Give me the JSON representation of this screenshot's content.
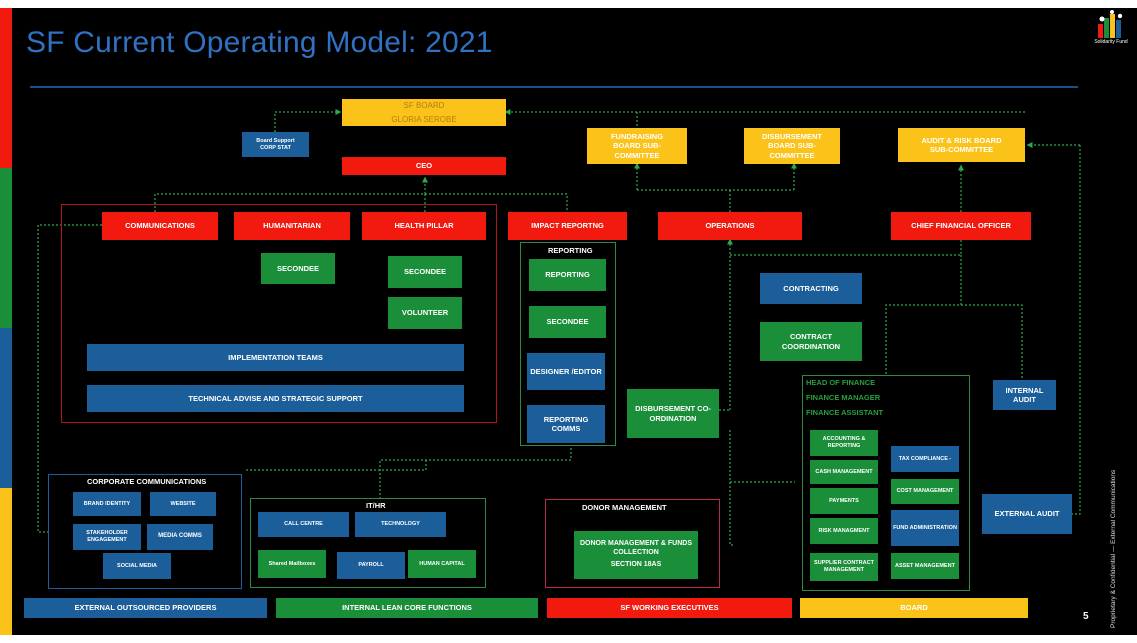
{
  "colors": {
    "red": "#f2190f",
    "yellow": "#fbc21a",
    "blue": "#1b5e9a",
    "green": "#1b8e3a",
    "title": "#2f72c4",
    "connector": "#2ea84a"
  },
  "slide": {
    "title": "SF Current Operating Model: 2021",
    "page_number": "5",
    "footer_note": "Proprietary & Confidential — External Communications",
    "logo_text": "Solidarity Fund",
    "logo_icon": "solidarity-fund-logo-icon"
  },
  "board": {
    "title": "SF BOARD",
    "chair": "GLORIA SEROBE",
    "support_title": "Board Support",
    "support_name": "CORP STAT",
    "ceo": "CEO"
  },
  "committees": {
    "fundraising": "FUNDRAISING BOARD SUB-COMMITTEE",
    "disbursement": "DISBURSEMENT BOARD SUB-COMMITTEE",
    "audit_risk": "AUDIT & RISK BOARD SUB-COMMITTEE"
  },
  "executives": {
    "communications": "COMMUNICATIONS",
    "humanitarian": "HUMANITARIAN",
    "health_pillar": "HEALTH PILLAR",
    "impact_reporting": "IMPACT REPORTNG",
    "operations": "OPERATIONS",
    "cfo": "CHIEF FINANCIAL OFFICER"
  },
  "pillars": {
    "secondee_humanitarian": "SECONDEE",
    "secondee_health": "SECONDEE",
    "volunteer": "VOLUNTEER",
    "implementation_teams": "IMPLEMENTATION TEAMS",
    "technical_advise": "TECHNICAL ADVISE AND STRATEGIC SUPPORT"
  },
  "reporting": {
    "title": "REPORTING",
    "items": [
      "REPORTING",
      "SECONDEE",
      "DESIGNER /EDITOR",
      "REPORTING COMMS"
    ]
  },
  "operations_units": {
    "contracting": "CONTRACTING",
    "contract_coordination": "CONTRACT COORDINATION",
    "disbursement_coordination": "DISBURSEMENT CO-ORDINATION"
  },
  "finance": {
    "head": "HEAD OF FINANCE",
    "manager": "FINANCE MANAGER",
    "assistant": "FINANCE ASSISTANT",
    "left_items": [
      "ACCOUNTING & REPORTING",
      "CASH MANAGEMENT",
      "PAYMENTS",
      "RISK MANAGMENT",
      "SUPPLIER CONTRACT MANAGEMENT"
    ],
    "right_items": [
      "TAX COMPLIANCE -",
      "COST MANAGEMENT",
      "FUND ADMINISTRATION",
      "ASSET MANAGEMENT"
    ],
    "internal_audit": "INTERNAL AUDIT",
    "external_audit": "EXTERNAL AUDIT"
  },
  "corporate_communications": {
    "title": "CORPORATE COMMUNICATIONS",
    "brand_identity": "BRAND IDENTITY",
    "website": "WEBSITE",
    "stakeholder_engagement": "STAKEHOLDER ENGAGEMENT",
    "media_comms": "MEDIA COMMS",
    "social_media": "SOCIAL MEDIA"
  },
  "it_hr": {
    "title": "IT/HR",
    "call_centre": "CALL CENTRE",
    "technology": "TECHNOLOGY",
    "shared_mailboxes": "Shared Mailboxes",
    "payroll": "PAYROLL",
    "human_capital": "HUMAN CAPITAL"
  },
  "donor_management": {
    "title": "DONOR MANAGEMENT",
    "box_line1": "DONOR MANAGEMENT & FUNDS COLLECTION",
    "box_line2": "SECTION 18AS"
  },
  "legend": {
    "external": "EXTERNAL OUTSOURCED PROVIDERS",
    "internal": "INTERNAL LEAN CORE FUNCTIONS",
    "executives": "SF WORKING EXECUTIVES",
    "board": "BOARD"
  }
}
